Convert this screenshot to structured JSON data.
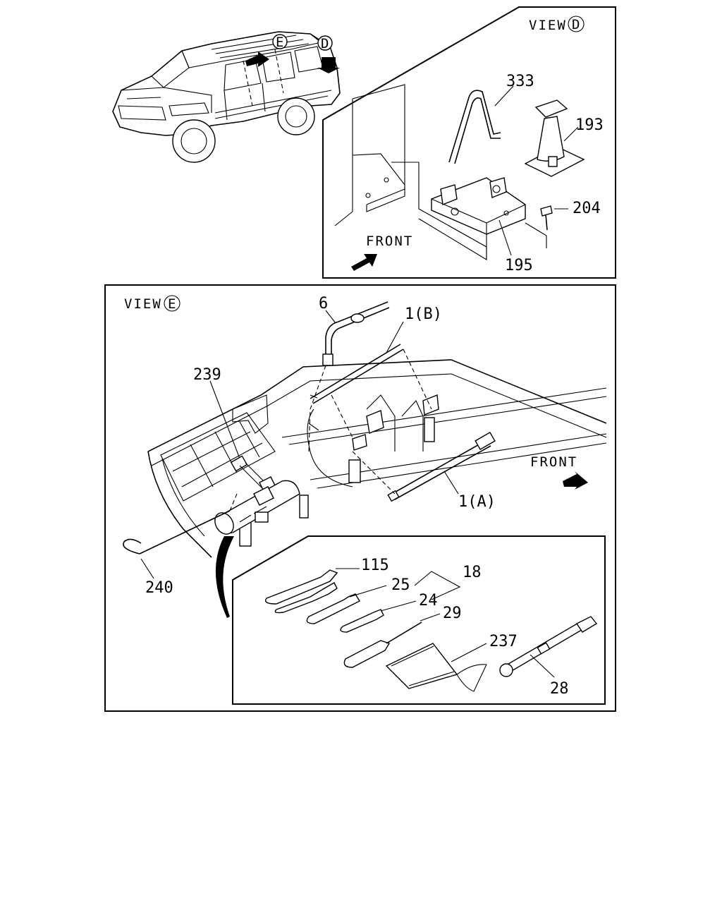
{
  "view_d": {
    "title": "VIEW",
    "marker": "D",
    "front_label": "FRONT",
    "parts": {
      "p333": "333",
      "p193": "193",
      "p204": "204",
      "p195": "195"
    }
  },
  "view_e": {
    "title": "VIEW",
    "marker": "E",
    "front_label": "FRONT",
    "parts": {
      "p6": "6",
      "p1b": "1(B)",
      "p239": "239",
      "p1a": "1(A)",
      "p240": "240"
    }
  },
  "toolkit": {
    "parts": {
      "p115": "115",
      "p18": "18",
      "p25": "25",
      "p24": "24",
      "p29": "29",
      "p237": "237",
      "p28": "28"
    }
  },
  "vehicle": {
    "marker_e": "E",
    "marker_d": "D"
  }
}
